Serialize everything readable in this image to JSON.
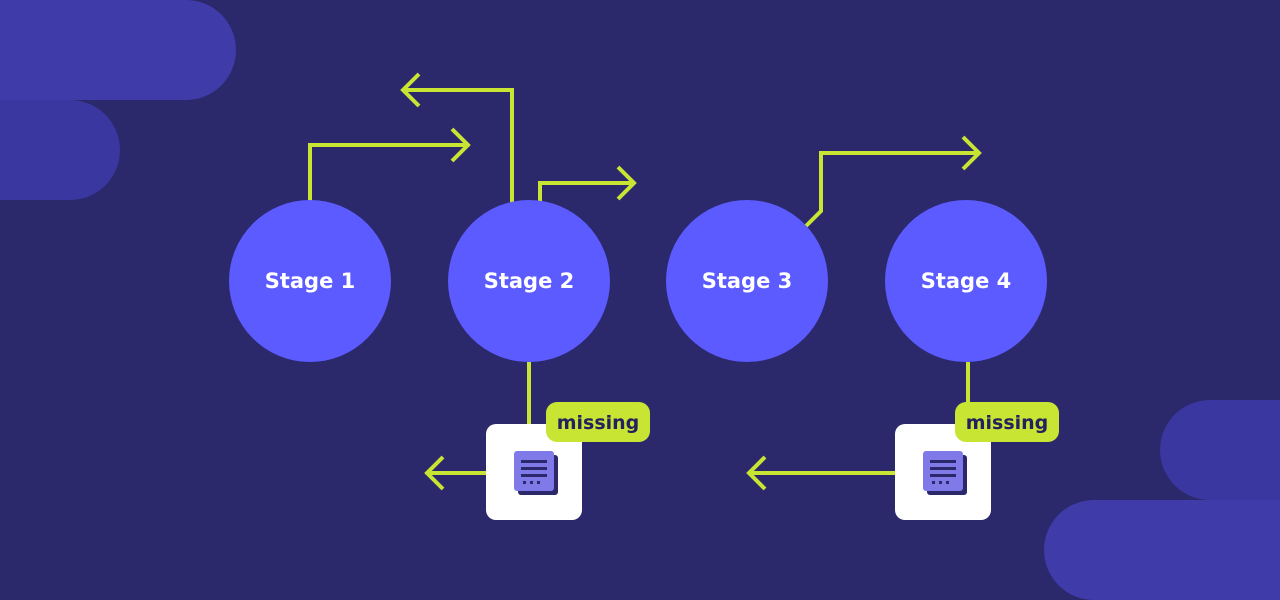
{
  "stages": [
    {
      "label": "Stage 1"
    },
    {
      "label": "Stage 2"
    },
    {
      "label": "Stage 3"
    },
    {
      "label": "Stage 4"
    }
  ],
  "documents": [
    {
      "badge": "missing",
      "icon": "document-icon"
    },
    {
      "badge": "missing",
      "icon": "document-icon"
    }
  ],
  "colors": {
    "background": "#2b286b",
    "stage": "#5b5bff",
    "connector": "#c8e534",
    "badge": "#c8e534",
    "decor": "#3f3ca9",
    "doc_card": "#ffffff",
    "doc_icon": "#7f7ae8"
  }
}
